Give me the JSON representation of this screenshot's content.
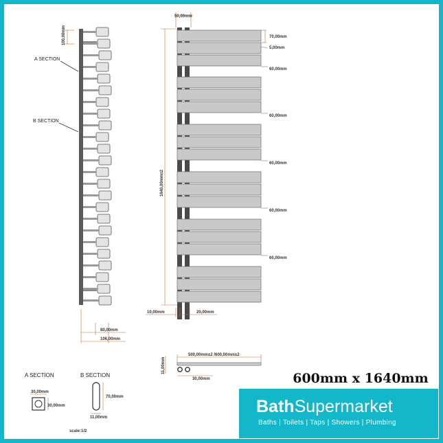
{
  "side_view": {
    "a_section_label": "A SECTION",
    "b_section_label": "B SECTION",
    "top_dim": "100,00mm",
    "dim_80": "80,00mm",
    "dim_106": "106,00mm"
  },
  "front_view": {
    "top_width": "50,00mm",
    "bar_height": "70,00mm",
    "bar_gap": "5,00mm",
    "group_gap": "60,00mm",
    "total_height": "1640,00mm±2",
    "left_offset": "10,00mm",
    "pipe_width": "20,00mm"
  },
  "plan_view": {
    "width": "500,00mm±2 /600,00mm±2",
    "height": "11,00mm",
    "depth": "30,00mm"
  },
  "section_details": {
    "a_title": "A SECTION",
    "b_title": "B SECTION",
    "a_dim_1": "30,00mm",
    "a_dim_2": "30,00mm",
    "b_dim_1": "70,00mm",
    "b_dim_2": "11,00mm",
    "scale": "scale:1/2"
  },
  "size_label": "600mm x 1640mm",
  "brand": {
    "name_bold": "Bath",
    "name_light": "Supermarket",
    "tagline": "Baths | Toilets | Taps | Showers | Plumbing",
    "color": "#14b7c9"
  }
}
